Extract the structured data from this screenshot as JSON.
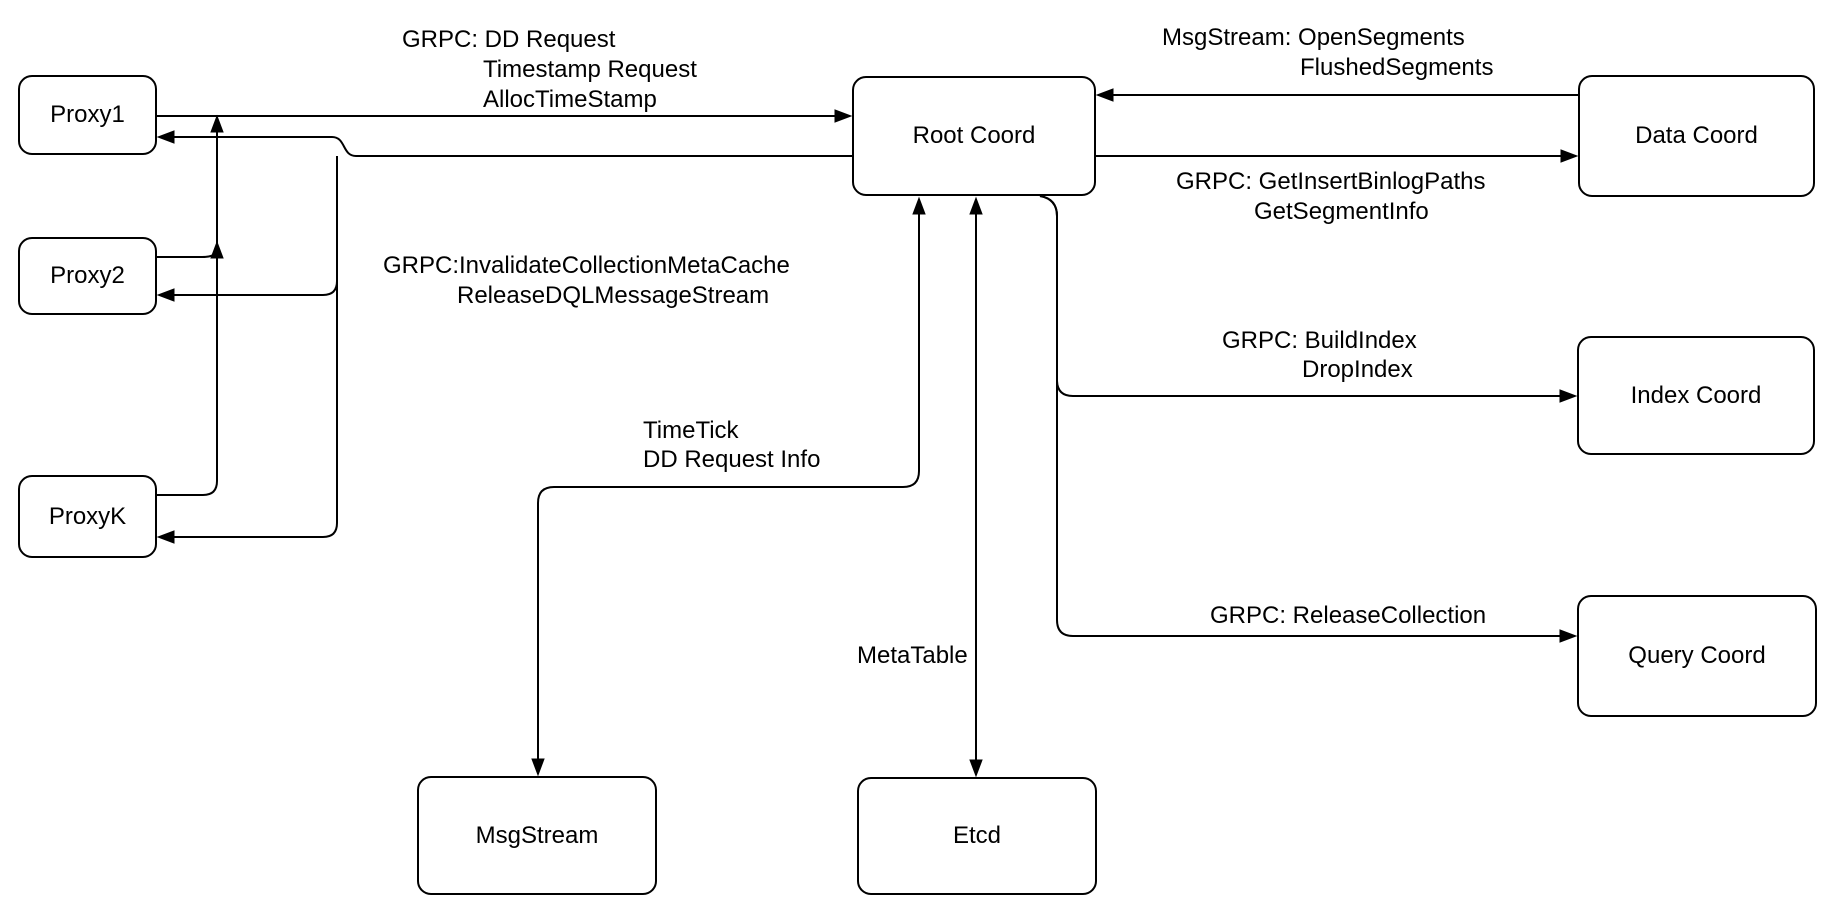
{
  "diagram_type": "architecture-diagram",
  "colors": {
    "background": "#ffffff",
    "node_fill": "#ffffff",
    "node_stroke": "#000000",
    "edge_stroke": "#000000",
    "text": "#000000"
  },
  "nodes": {
    "proxy1": {
      "label": "Proxy1"
    },
    "proxy2": {
      "label": "Proxy2"
    },
    "proxyk": {
      "label": "ProxyK"
    },
    "root": {
      "label": "Root Coord"
    },
    "data": {
      "label": "Data Coord"
    },
    "index": {
      "label": "Index Coord"
    },
    "query": {
      "label": "Query Coord"
    },
    "msgstream": {
      "label": "MsgStream"
    },
    "etcd": {
      "label": "Etcd"
    }
  },
  "edges": {
    "proxies_to_root": {
      "from": "Proxy1, Proxy2, ProxyK",
      "to": "Root Coord",
      "direction": "one-way",
      "lines": [
        "GRPC: DD Request",
        "Timestamp Request",
        "AllocTimeStamp"
      ]
    },
    "root_to_proxies": {
      "from": "Root Coord",
      "to": "Proxy1, Proxy2, ProxyK",
      "direction": "one-way",
      "lines": [
        "GRPC:InvalidateCollectionMetaCache",
        "ReleaseDQLMessageStream"
      ]
    },
    "data_to_root": {
      "from": "Data Coord",
      "to": "Root Coord",
      "direction": "one-way",
      "lines": [
        "MsgStream: OpenSegments",
        "FlushedSegments"
      ]
    },
    "root_to_data": {
      "from": "Root Coord",
      "to": "Data Coord",
      "direction": "one-way",
      "lines": [
        "GRPC: GetInsertBinlogPaths",
        "GetSegmentInfo"
      ]
    },
    "root_to_index": {
      "from": "Root Coord",
      "to": "Index Coord",
      "direction": "one-way",
      "lines": [
        "GRPC: BuildIndex",
        "DropIndex"
      ]
    },
    "root_to_query": {
      "from": "Root Coord",
      "to": "Query Coord",
      "direction": "one-way",
      "lines": [
        "GRPC: ReleaseCollection"
      ]
    },
    "root_msgstream": {
      "from": "Root Coord",
      "to": "MsgStream",
      "direction": "two-way",
      "lines": [
        "TimeTick",
        "DD Request Info"
      ]
    },
    "root_etcd": {
      "from": "Root Coord",
      "to": "Etcd",
      "direction": "two-way",
      "lines": [
        "MetaTable"
      ]
    }
  }
}
